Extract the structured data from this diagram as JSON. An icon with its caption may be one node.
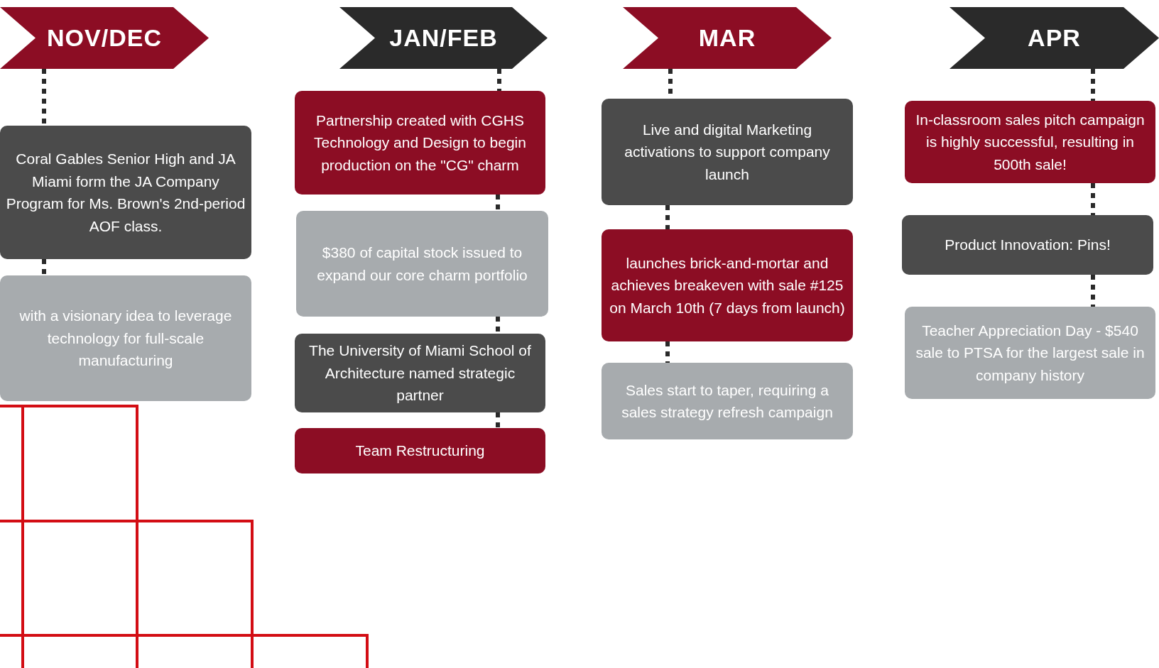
{
  "diagram": {
    "nodes": [
      {
        "text": [
          "NOV/DEC"
        ]
      },
      {
        "text": [
          "Coral Gables Senior High and JA Miami form the JA Company Program for Ms. Brown's 2nd-period AOF class."
        ]
      },
      {
        "text": [
          "with a visionary idea to leverage technology for full-scale manufacturing"
        ]
      },
      {
        "text": [
          "JAN/FEB"
        ]
      },
      {
        "text": [
          "Partnership created with CGHS Technology and Design to begin production on the \"CG\" charm"
        ]
      },
      {
        "text": [
          "$380 of capital stock issued to expand our core charm portfolio"
        ]
      },
      {
        "text": [
          "The University of Miami School of Architecture named strategic partner"
        ]
      },
      {
        "text": [
          "Team Restructuring"
        ]
      },
      {
        "text": [
          "MAR"
        ]
      },
      {
        "text": [
          "Live and digital Marketing activations to support company launch"
        ]
      },
      {
        "text": [
          "launches brick-and-mortar and achieves breakeven with sale #125 on March 10th (7 days from launch)"
        ]
      },
      {
        "text": [
          "Sales start to taper, requiring a sales strategy refresh campaign"
        ]
      },
      {
        "text": [
          "APR"
        ]
      },
      {
        "text": [
          "In-classroom sales pitch campaign is highly successful, resulting in 500th sale!"
        ]
      },
      {
        "text": [
          "Product Innovation: Pins!"
        ]
      },
      {
        "text": [
          "Teacher Appreciation Day - $540 sale to PTSA for the largest sale in company history"
        ]
      }
    ],
    "edges": [
      {
        "from": 0,
        "to": 1,
        "arrow": "none"
      },
      {
        "from": 1,
        "to": 2,
        "arrow": "none"
      },
      {
        "from": 3,
        "to": 4,
        "arrow": "none"
      },
      {
        "from": 4,
        "to": 5,
        "arrow": "none"
      },
      {
        "from": 5,
        "to": 6,
        "arrow": "none"
      },
      {
        "from": 6,
        "to": 7,
        "arrow": "none"
      },
      {
        "from": 8,
        "to": 9,
        "arrow": "none"
      },
      {
        "from": 9,
        "to": 10,
        "arrow": "none"
      },
      {
        "from": 10,
        "to": 11,
        "arrow": "none"
      },
      {
        "from": 12,
        "to": 13,
        "arrow": "none"
      },
      {
        "from": 13,
        "to": 14,
        "arrow": "none"
      },
      {
        "from": 14,
        "to": 15,
        "arrow": "none"
      }
    ]
  }
}
